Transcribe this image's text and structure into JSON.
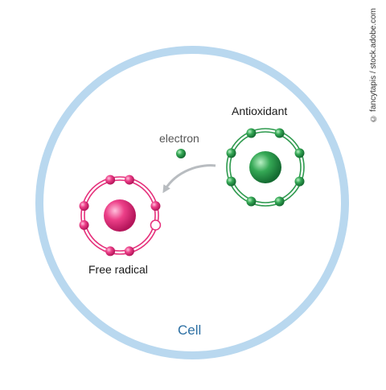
{
  "labels": {
    "antioxidant": "Antioxidant",
    "electron": "electron",
    "free_radical": "Free radical",
    "cell": "Cell"
  },
  "credit": "© fancytapis / stock.adobe.com",
  "colors": {
    "cell_membrane": "#b9d8ef",
    "cell_inner": "#ffffff",
    "antioxidant": "#2e9a4e",
    "free_radical": "#e5307b",
    "arrow": "#b8bcc0",
    "cell_text": "#2c6fa3"
  },
  "atoms": {
    "antioxidant": {
      "orbit_electrons": 8
    },
    "free_radical": {
      "orbit_electrons": 8,
      "missing_electrons": 1
    }
  }
}
